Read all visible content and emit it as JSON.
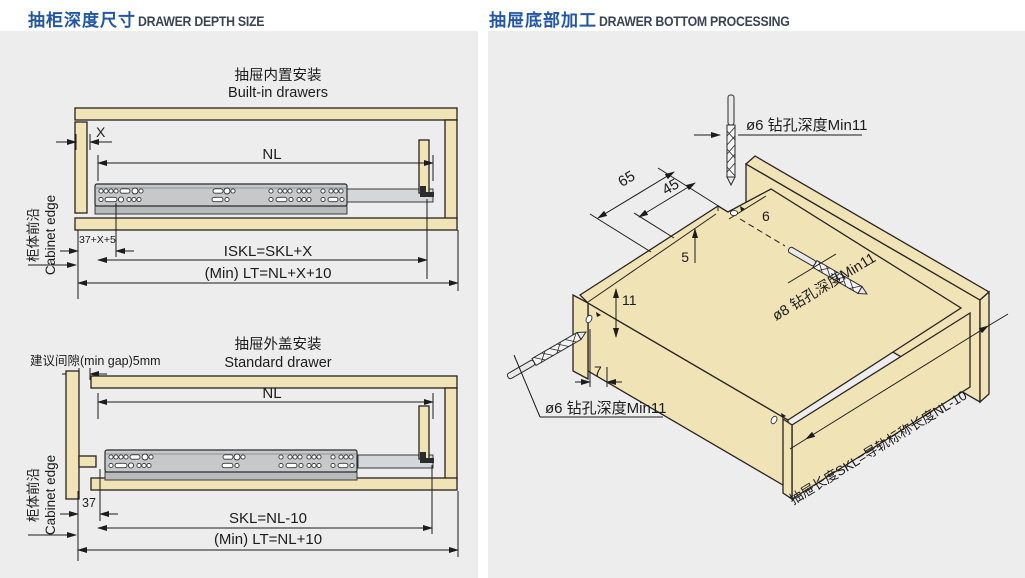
{
  "panels": {
    "left": {
      "title_zh": "抽柜深度尺寸",
      "title_en": "DRAWER DEPTH SIZE",
      "builtin": {
        "title_zh": "抽屉内置安装",
        "title_en": "Built-in drawers",
        "dim_x": "X",
        "dim_nl": "NL",
        "dim_front": "37+X+5",
        "dim_iskl": "ISKL=SKL+X",
        "dim_lt": "(Min) LT=NL+X+10",
        "edge_zh": "柜体前沿",
        "edge_en": "Cabinet edge"
      },
      "standard": {
        "title_zh": "抽屉外盖安装",
        "title_en": "Standard drawer",
        "gap_label": "建议间隙(min gap)5mm",
        "dim_nl": "NL",
        "dim_front": "37",
        "dim_skl": "SKL=NL-10",
        "dim_lt": "(Min) LT=NL+10",
        "edge_zh": "柜体前沿",
        "edge_en": "Cabinet edge"
      }
    },
    "right": {
      "title_zh": "抽屉底部加工",
      "title_en": "DRAWER BOTTOM PROCESSING",
      "labels": {
        "drill6_top": "ø6 钻孔深度Min11",
        "drill8": "ø8 钻孔深度Min11",
        "drill6_left": "ø6 钻孔深度Min11",
        "skl": "抽屉长度SKL=导轨标称长度NL-10",
        "d65": "65",
        "d45": "45",
        "d6": "6",
        "d5": "5",
        "d11": "11",
        "d7": "7"
      }
    }
  },
  "colors": {
    "accent_blue": "#2257a8",
    "heading_dark": "#3b4454",
    "wood": "#f0e3b6",
    "wood_stroke": "#272320",
    "rail_gray": "#c7c8c9",
    "panel_bg": "#ededee"
  }
}
